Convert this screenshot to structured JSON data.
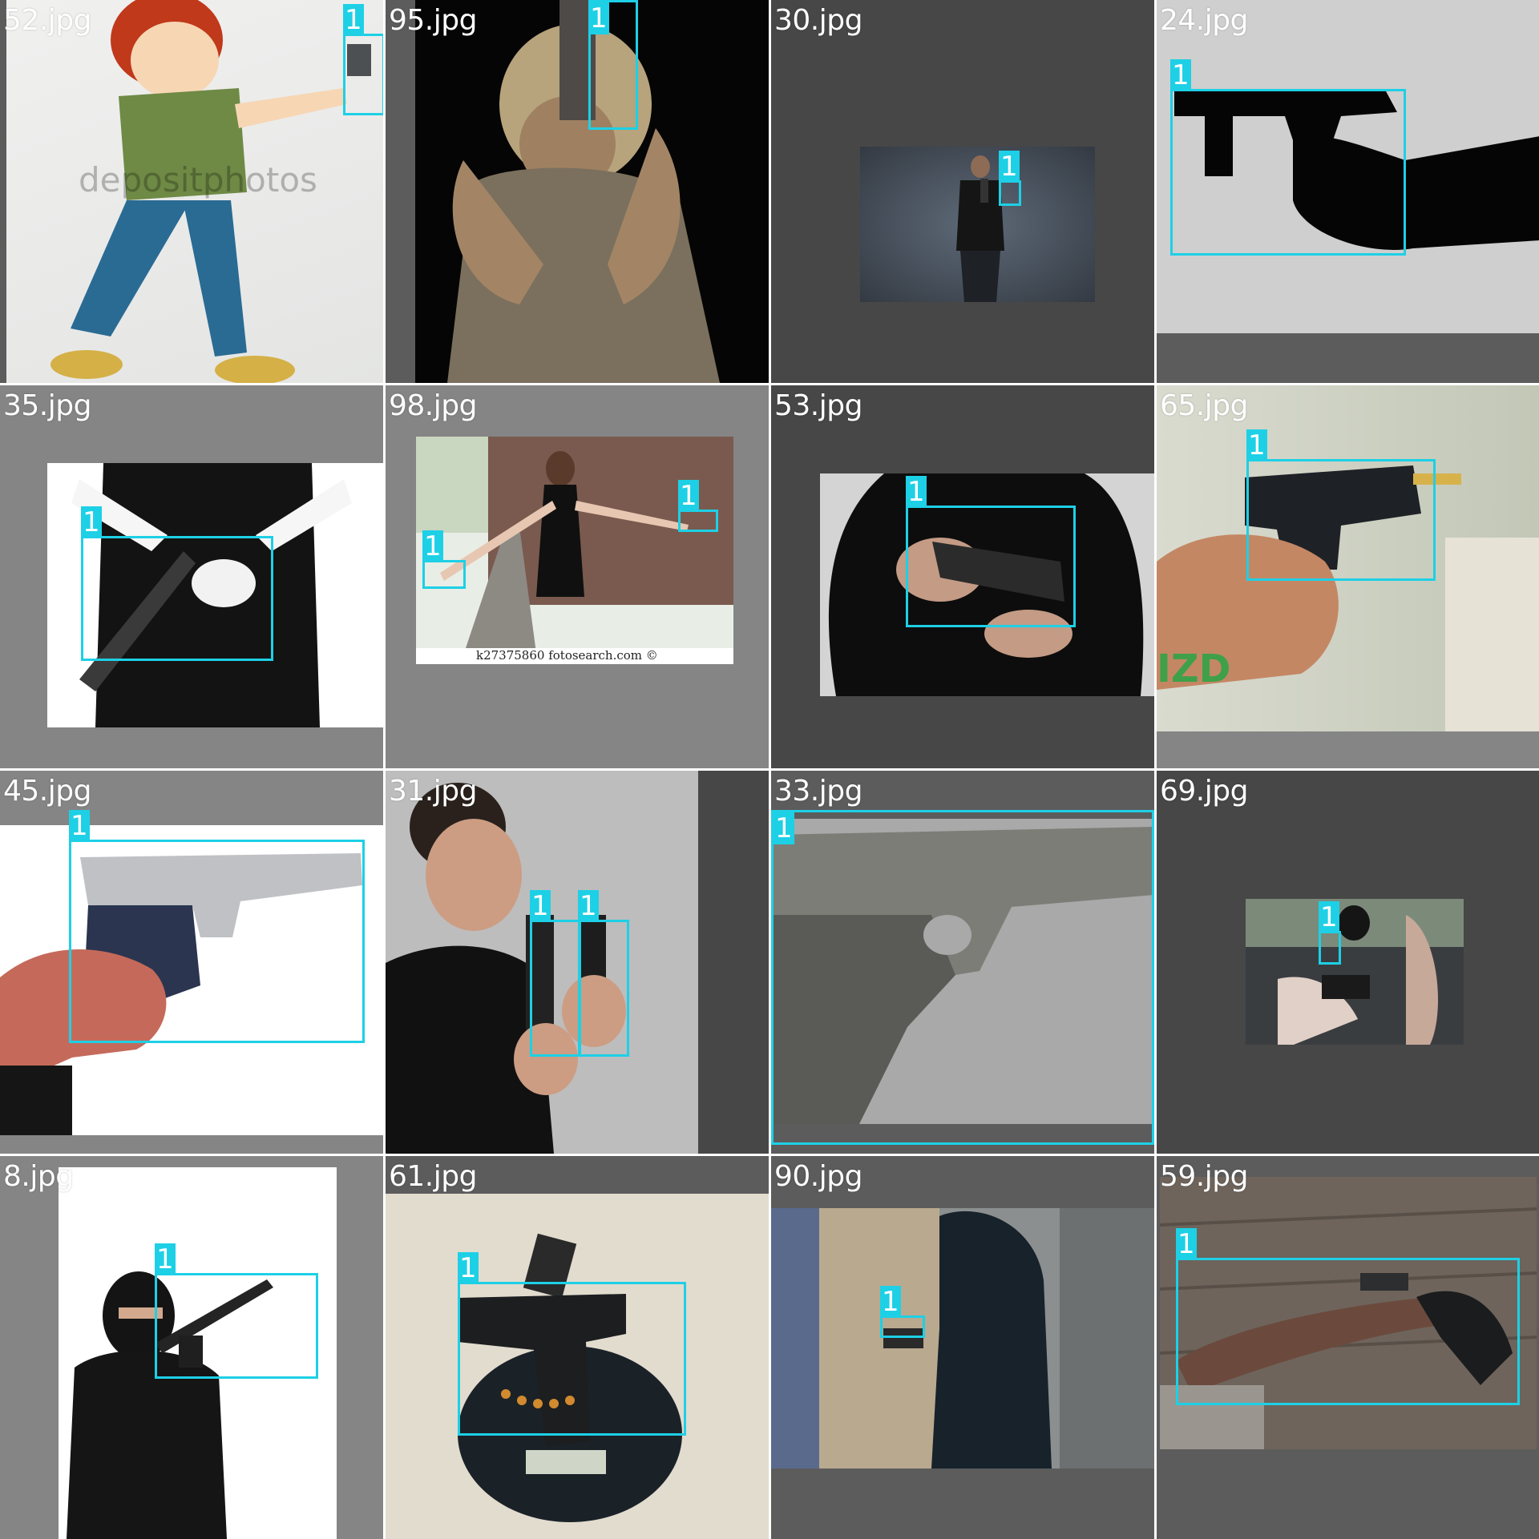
{
  "label_color": "#1dd0e6",
  "tiles": [
    {
      "file": "52.jpg",
      "class_label": "1"
    },
    {
      "file": "95.jpg",
      "class_label": "1"
    },
    {
      "file": "30.jpg",
      "class_label": "1"
    },
    {
      "file": "24.jpg",
      "class_label": "1"
    },
    {
      "file": "35.jpg",
      "class_label": "1"
    },
    {
      "file": "98.jpg",
      "class_label": "1",
      "caption": "k27375860  fotosearch.com  ©"
    },
    {
      "file": "53.jpg",
      "class_label": "1"
    },
    {
      "file": "65.jpg",
      "class_label": "1"
    },
    {
      "file": "45.jpg",
      "class_label": "1"
    },
    {
      "file": "31.jpg",
      "class_label": "1"
    },
    {
      "file": "33.jpg",
      "class_label": "1"
    },
    {
      "file": "69.jpg",
      "class_label": "1"
    },
    {
      "file": "8.jpg",
      "class_label": "1"
    },
    {
      "file": "61.jpg",
      "class_label": "1"
    },
    {
      "file": "90.jpg",
      "class_label": "1"
    },
    {
      "file": "59.jpg",
      "class_label": "1"
    }
  ]
}
